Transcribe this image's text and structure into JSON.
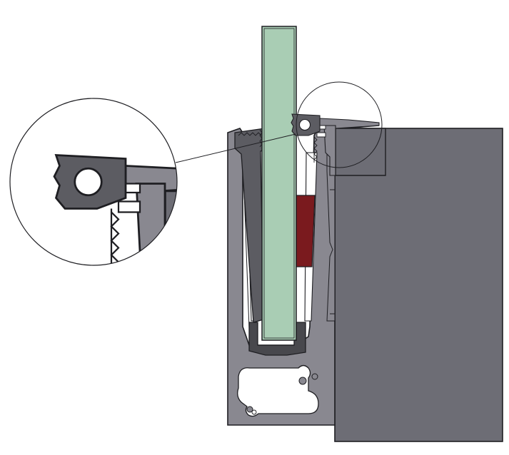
{
  "drawing": {
    "view": "cross-section",
    "colors": {
      "background": "#ffffff",
      "outline": "#1e1e22",
      "profile": "#898890",
      "profile_dark": "#5c5c62",
      "glass": "#a9cdb4",
      "slab": "#6d6d75",
      "wedge": "#7a1a1e",
      "gasket": "#48484d",
      "callout_circle": "#ffffff"
    },
    "parts": [
      {
        "id": "glass-panel",
        "icon": "glass-pane"
      },
      {
        "id": "aluminium-base-profile",
        "icon": "u-channel-profile"
      },
      {
        "id": "concrete-slab",
        "icon": "slab-block"
      },
      {
        "id": "red-wedge-insert",
        "icon": "wedge"
      },
      {
        "id": "left-clamp-gasket",
        "icon": "gasket"
      },
      {
        "id": "bottom-setting-block",
        "icon": "setting-block"
      }
    ],
    "callout": {
      "type": "magnified-detail",
      "magnification": 2.5
    }
  }
}
